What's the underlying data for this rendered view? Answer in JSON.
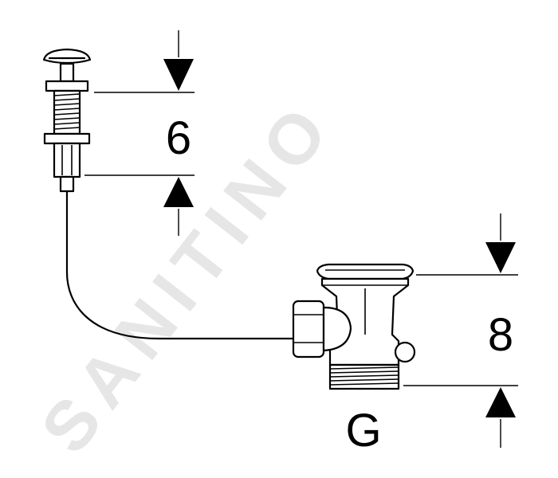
{
  "watermark": {
    "text": "SANITINO"
  },
  "dimensions": {
    "upper": {
      "label": "6"
    },
    "lower": {
      "label": "8"
    }
  },
  "thread_label": "G"
}
